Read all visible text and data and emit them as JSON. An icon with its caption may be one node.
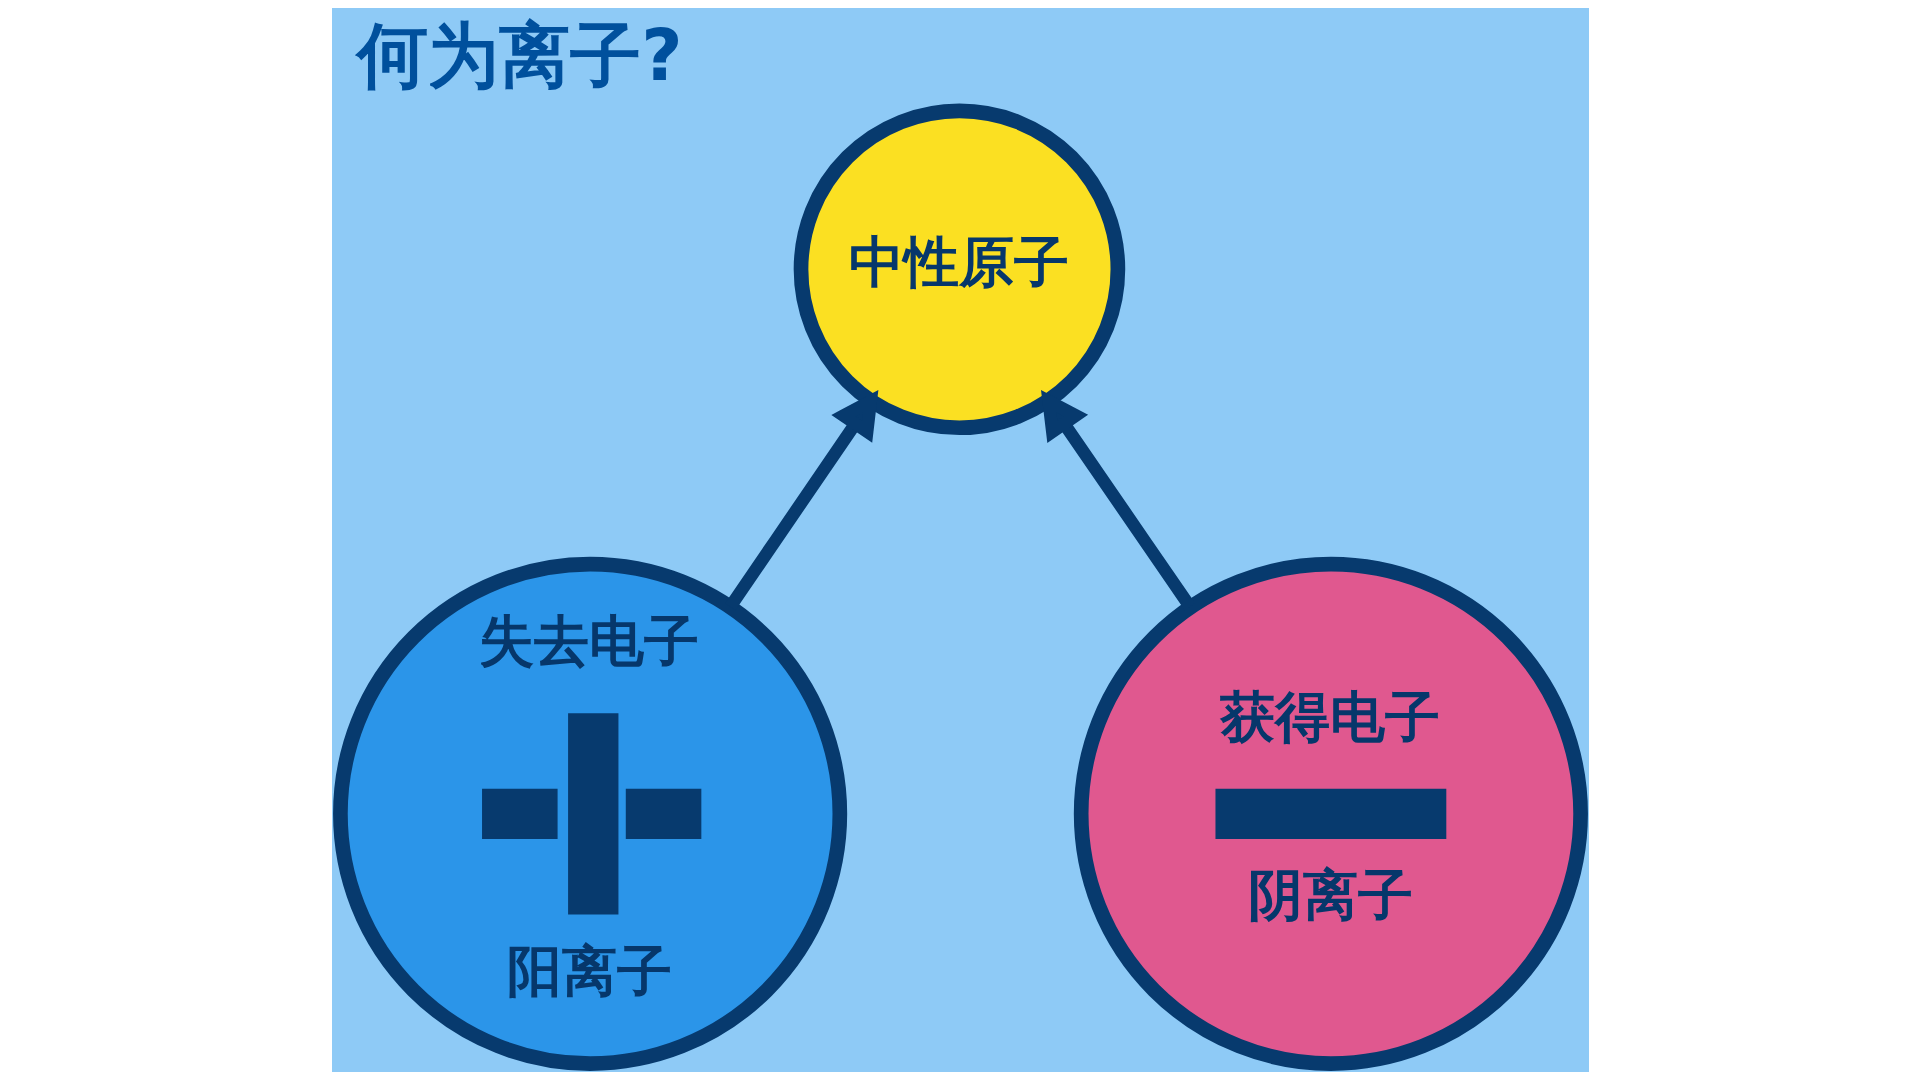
{
  "diagram": {
    "title": "何为离子?",
    "nodes": [
      {
        "text": [
          "中性原子"
        ]
      },
      {
        "text": [
          "失去电子",
          "阳离子"
        ]
      },
      {
        "text": [
          "获得电子",
          "阴离子"
        ]
      }
    ],
    "edges": [
      {
        "from": 1,
        "to": 0,
        "arrow": "to"
      },
      {
        "from": 2,
        "to": 0,
        "arrow": "to"
      }
    ]
  }
}
